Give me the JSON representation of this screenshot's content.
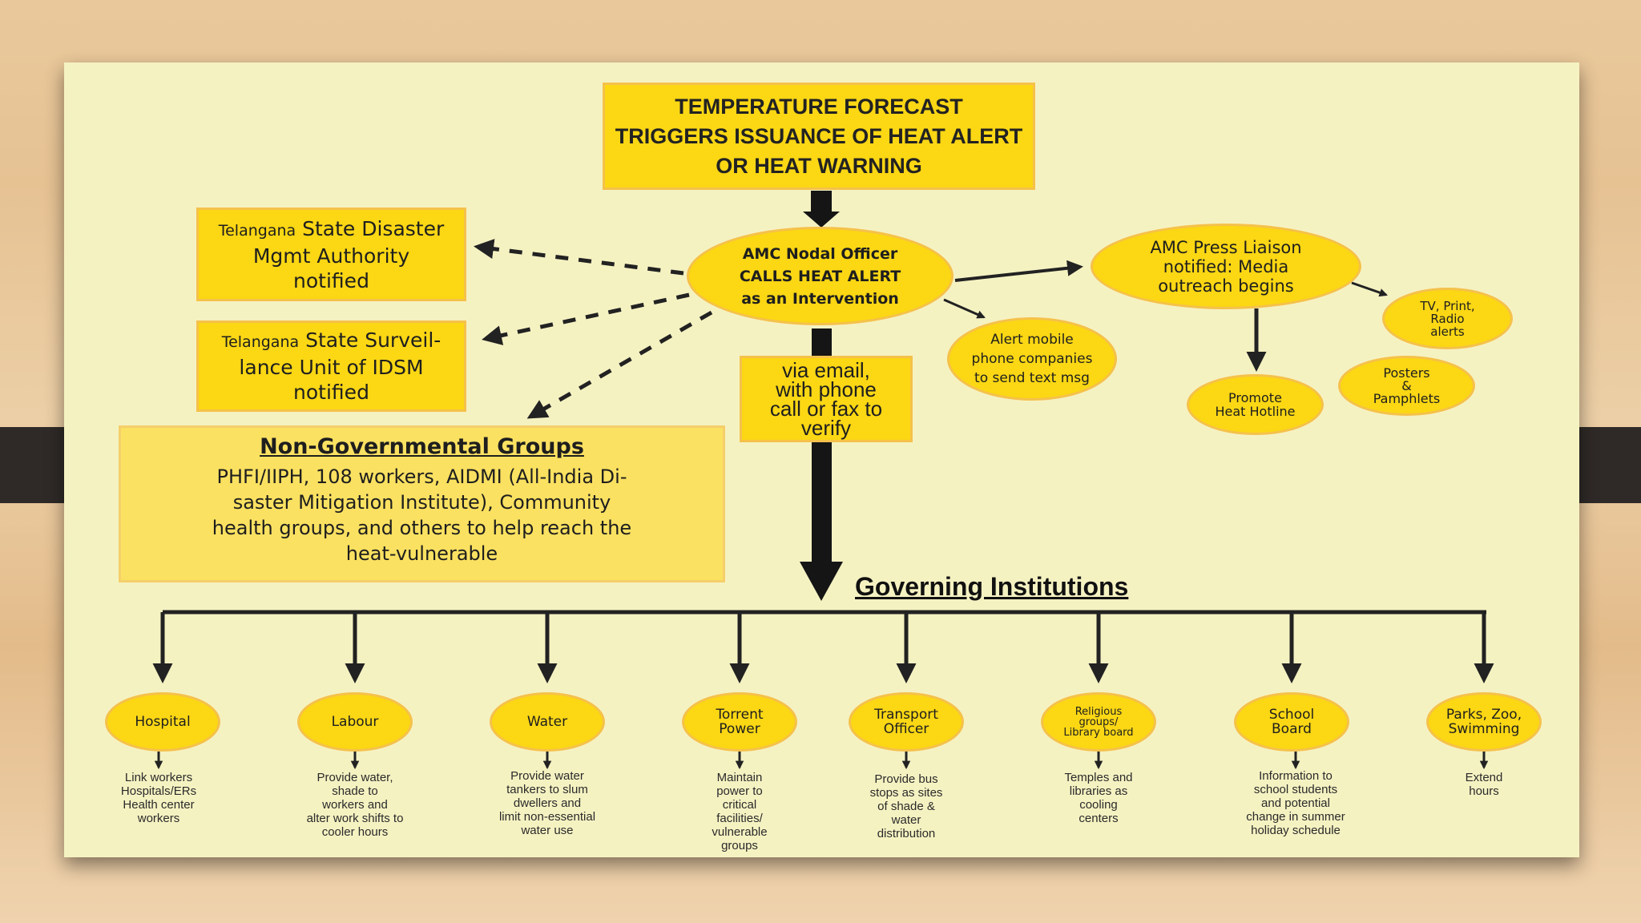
{
  "top_box": {
    "lines": [
      "TEMPERATURE FORECAST",
      "TRIGGERS ISSUANCE OF HEAT ALERT",
      "OR HEAT WARNING"
    ]
  },
  "nodal": {
    "lines": [
      "AMC Nodal Officer",
      "CALLS HEAT ALERT",
      "as an Intervention"
    ]
  },
  "state_disaster": {
    "prefix": "Telangana",
    "line1": "State Disaster",
    "line2": "Mgmt Authority",
    "line3": "notified"
  },
  "state_surveillance": {
    "prefix": "Telangana",
    "line1": "State Surveil-",
    "line2": "lance Unit of IDSM",
    "line3": "notified"
  },
  "ngo": {
    "title": "Non-Governmental Groups",
    "lines": [
      "PHFI/IIPH, 108 workers, AIDMI (All-India Di-",
      "saster Mitigation Institute), Community",
      "health groups, and others to help reach the",
      "heat-vulnerable"
    ]
  },
  "verify_box": {
    "lines": [
      "via email,",
      "with phone",
      "call or fax to",
      "verify"
    ]
  },
  "alert_mobile": {
    "lines": [
      "Alert mobile",
      "phone companies",
      "to send text msg"
    ]
  },
  "press_liaison": {
    "lines": [
      "AMC Press Liaison",
      "notified:  Media",
      "outreach begins"
    ]
  },
  "media_alerts": {
    "lines": [
      "TV, Print,",
      "Radio",
      "alerts"
    ]
  },
  "posters": {
    "lines": [
      "Posters",
      "&",
      "Pamphlets"
    ]
  },
  "hotline": {
    "lines": [
      "Promote",
      "Heat Hotline"
    ]
  },
  "governing_title": "Governing Institutions",
  "institutions": [
    {
      "label": [
        "Hospital"
      ],
      "desc": [
        "Link workers",
        "Hospitals/ERs",
        "Health center",
        "workers"
      ]
    },
    {
      "label": [
        "Labour"
      ],
      "desc": [
        "Provide water,",
        "shade to",
        "workers and",
        "alter work shifts to",
        "cooler hours"
      ]
    },
    {
      "label": [
        "Water"
      ],
      "desc": [
        "Provide water",
        "tankers to slum",
        "dwellers and",
        "limit non-essential",
        "water use"
      ]
    },
    {
      "label": [
        "Torrent",
        "Power"
      ],
      "desc": [
        "Maintain",
        "power to",
        "critical",
        "facilities/",
        "vulnerable",
        "groups"
      ]
    },
    {
      "label": [
        "Transport",
        "Officer"
      ],
      "desc": [
        "Provide bus",
        "stops as sites",
        "of shade &",
        "water",
        "distribution"
      ]
    },
    {
      "label": [
        "Religious",
        "groups/",
        "Library board"
      ],
      "desc": [
        "Temples and",
        "libraries as",
        "cooling",
        "centers"
      ]
    },
    {
      "label": [
        "School",
        "Board"
      ],
      "desc": [
        "Information to",
        "school students",
        "and potential",
        "change in summer",
        "holiday schedule"
      ]
    },
    {
      "label": [
        "Parks, Zoo,",
        "Swimming"
      ],
      "desc": [
        "Extend",
        "hours"
      ]
    }
  ]
}
